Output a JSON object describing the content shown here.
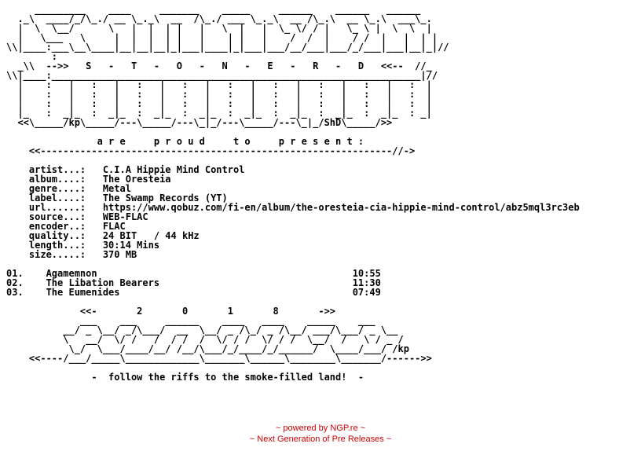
{
  "nfo_text": "     _________    ____     _______    _____     ______    ______   ______\n  ._\\  ____/_/\\_./ __ \\_._\\  __  /\\_./ ___ \\_._\\  __ /\\_.\\  __ \\_.\\  ___\\_.\n  |  \\  \\__/      \\   |  |  | |   |   \\  |   |  \\_ \\/ / |   \\_ \\ |  \\  \\  |\n  |   \\___   \\     |  |  |  | |   |    | |   |    /  /  |    / /  |   |  | |\n\\\\|____:___\\__\\____|__|__|__|_|___|____|_|___|___/__/___|___/_/___|___|__|_|//\n        :\n  _\\\\  -->>   S   -   T   -   O   -   N   -   E   -   R   -   D   <<--  //_\n\\\\|____:_________________________________________________________________|//\n  |    :   |   :   |   :   |   :   |   :   |   :   |   :   |   :   |   :  |\n  |    :   |   :   |   :   |   :   |   :   |   :   |   :   |   :   |   :  |\n  |    :   |   :   |   :   |   :   |   :   |   :   |   :   |   :   |   :  |\n  |_   :  _|_  :  _|_  :  _|_  :  _|_  :  _|_  :  _|_  :  _|_  :  _|_  : _|\n  <<\\_____/kp\\_____/---\\_____/---\\_|_/---\\_____/---\\_|_/ShD\\_____/>>\n\n                a r e     p r o u d     t o     p r e s e n t :\n    <<--------------------------------------------------------------//->\n\n    artist...:   C.I.A Hippie Mind Control\n    album....:   The Oresteia\n    genre....:   Metal\n    label....:   The Swamp Records (YT)\n    url......:   https://www.qobuz.com/fi-en/album/the-oresteia-cia-hippie-mind-control/abz5mql3rc3eb\n    source...:   WEB-FLAC\n    encoder..:   FLAC\n    quality..:   24 BIT   / 44 kHz\n    length...:   30:14 Mins\n    size.....:   370 MB\n\n01.    Agamemnon                                             10:55\n02.    The Libation Bearers                                  11:30\n03.    The Eumenides                                         07:49\n\n             <<-       2       0       1       8       ->>\n             ___    ___     ______    ____   ____    _____    ___\n          __/ _ \\__/ _/\\___/  __  \\__/ _ /\\_/ _ /\\__/ ___/\\___/ _ \\__\n          \\   __/  \\/ /   /  / /  /  \\/ / /  \\/ / /  \\__/  /   \\ / _ /\n           \\_/  \\___/____/__/ /__/\\___/_/____/_/______/  \\____/___/ /kp\n    <<----/___/_____\\_____________\\_______\\______\\________\\_______/------>>\n\n               -  follow the riffs to the smoke-filled land!  -",
  "footer": {
    "line1": "~ powered by NGP.re ~",
    "line2": "~ Next Generation of Pre Releases ~"
  }
}
